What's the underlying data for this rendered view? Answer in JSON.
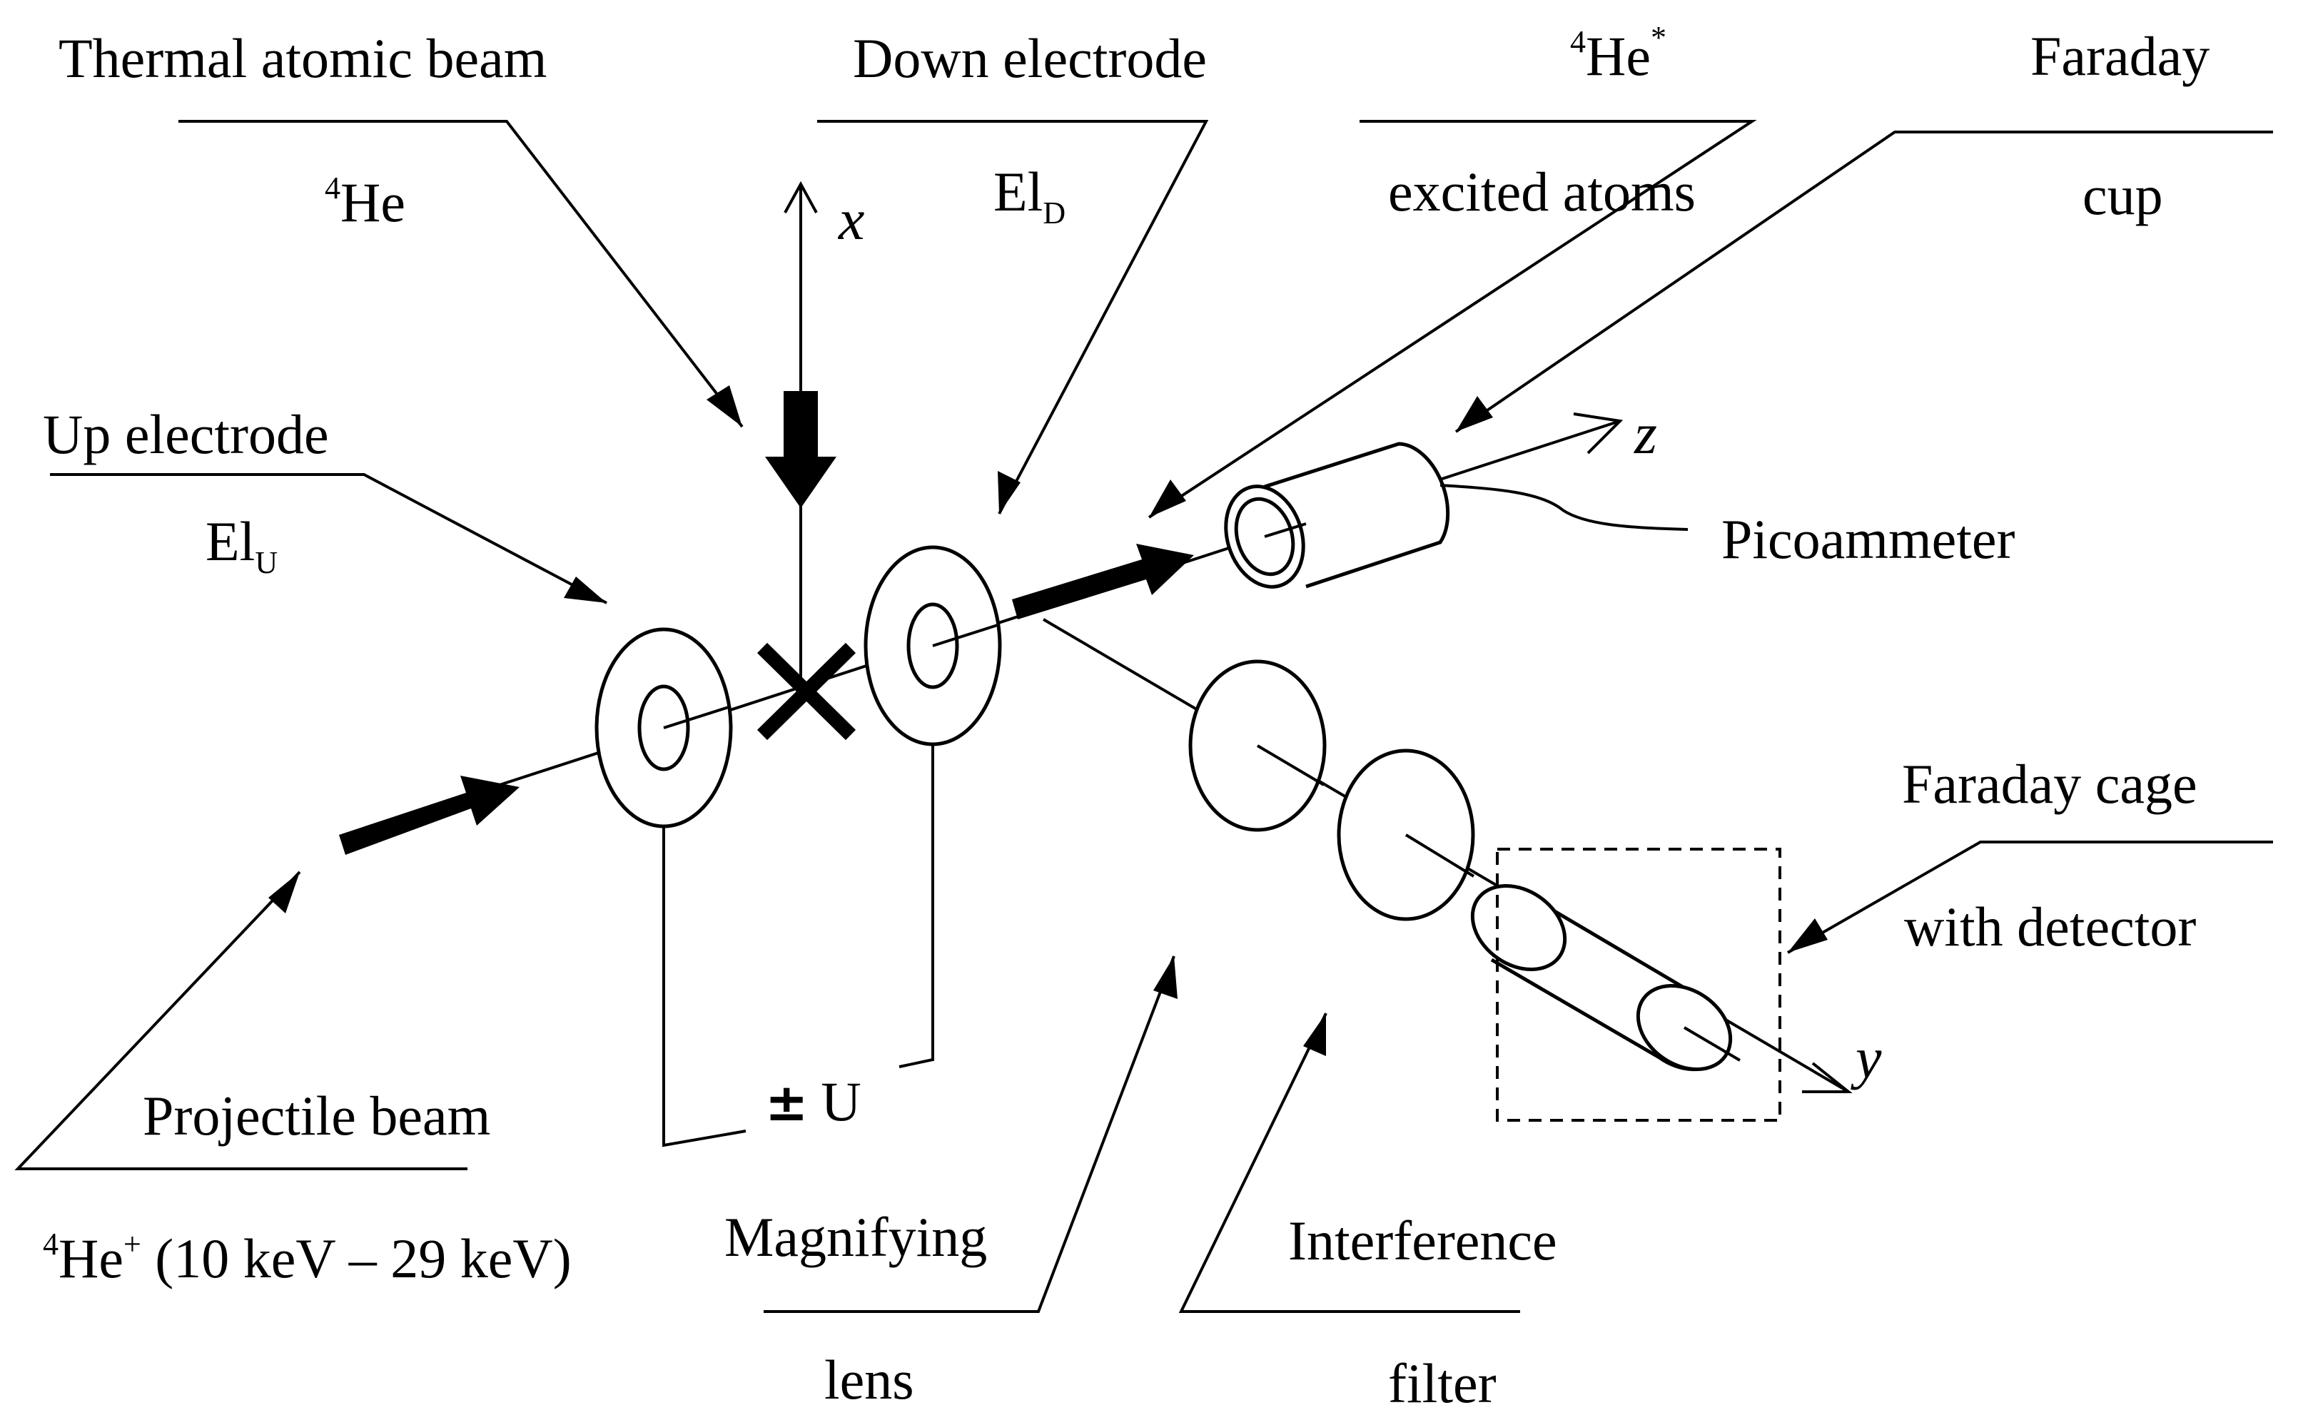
{
  "labels": {
    "thermal_beam_title": "Thermal atomic beam",
    "thermal_beam_species_pre": "4",
    "thermal_beam_species": "He",
    "down_electrode_title": "Down electrode",
    "down_electrode_symbol": "El",
    "down_electrode_subscript": "D",
    "excited_pre": "4",
    "excited_species": "He",
    "excited_post": "*",
    "excited_desc": "excited atoms",
    "faraday_cup_line1": "Faraday",
    "faraday_cup_line2": "cup",
    "up_electrode_title": "Up electrode",
    "up_electrode_symbol": "El",
    "up_electrode_subscript": "U",
    "picoammeter": "Picoammeter",
    "faraday_cage_line1": "Faraday cage",
    "faraday_cage_line2": "with detector",
    "voltage_sign": "±",
    "voltage_symbol": "U",
    "projectile_title": "Projectile beam",
    "projectile_pre": "4",
    "projectile_species": "He",
    "projectile_charge": "+",
    "projectile_energy": " (10 keV – 29 keV)",
    "lens_line1": "Magnifying",
    "lens_line2": "lens",
    "filter_line1": "Interference",
    "filter_line2": "filter"
  },
  "axes": {
    "x": "x",
    "y": "y",
    "z": "z"
  }
}
